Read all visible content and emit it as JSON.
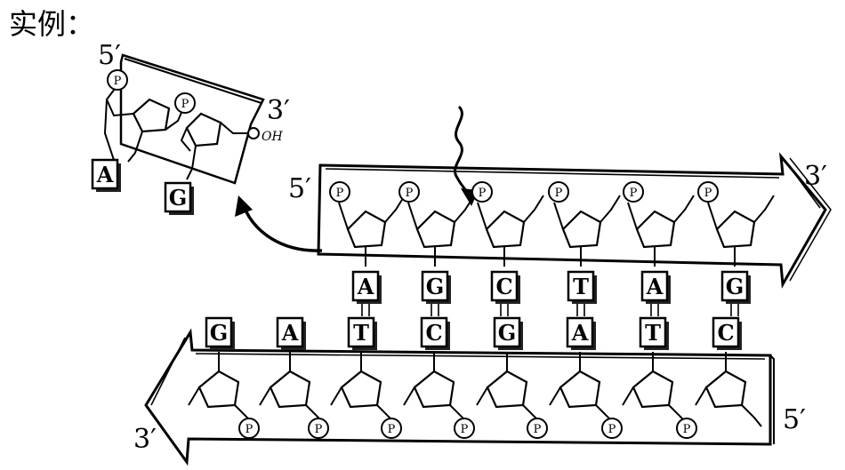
{
  "heading": "实例：",
  "end_labels": {
    "fragment_5": "5′",
    "fragment_3": "3′",
    "top_5": "5′",
    "top_3": "3′",
    "bottom_3": "3′",
    "bottom_5": "5′"
  },
  "phosphate_label": "P",
  "hydroxyl_label": "OH",
  "fragment_bases": [
    "A",
    "G"
  ],
  "top_strand_bases": [
    "A",
    "G",
    "C",
    "T",
    "A",
    "G"
  ],
  "bottom_strand_bases": [
    "G",
    "A",
    "T",
    "C",
    "G",
    "A",
    "T",
    "C"
  ],
  "colors": {
    "ink": "#000000",
    "paper": "#ffffff",
    "base_shadow": "#222222"
  }
}
